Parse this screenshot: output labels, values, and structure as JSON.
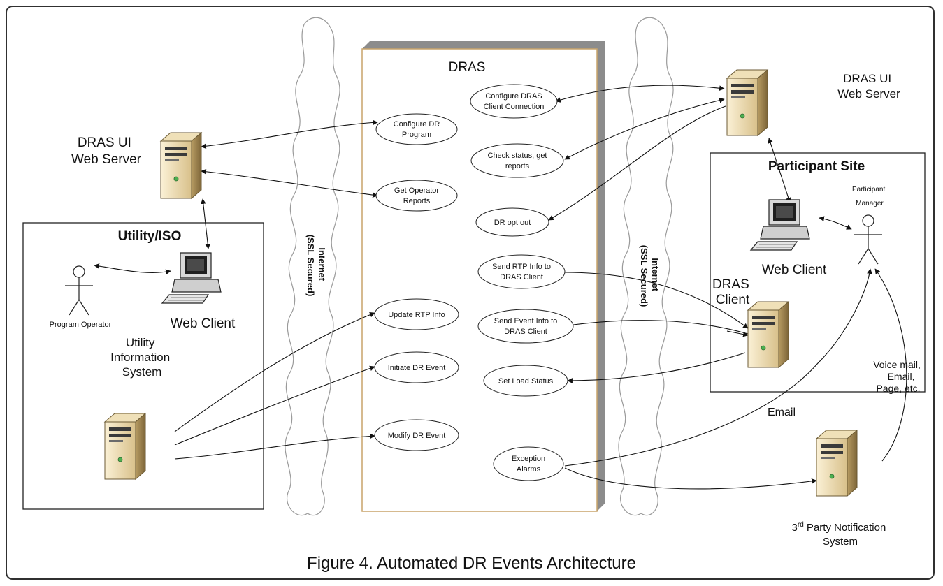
{
  "figure": {
    "caption": "Figure 4.  Automated DR Events Architecture"
  },
  "dras": {
    "title": "DRAS"
  },
  "clouds": {
    "left": {
      "line1": "Internet",
      "line2": "(SSL Secured)"
    },
    "right": {
      "line1": "Internet",
      "line2": "(SSL Secured)"
    }
  },
  "utility": {
    "box_title": "Utility/ISO",
    "web_server": {
      "line1": "DRAS UI",
      "line2": "Web Server"
    },
    "program_operator": "Program Operator",
    "web_client": "Web Client",
    "info_system": {
      "line1": "Utility",
      "line2": "Information",
      "line3": "System"
    }
  },
  "participant": {
    "box_title": "Participant Site",
    "web_server": {
      "line1": "DRAS UI",
      "line2": "Web Server"
    },
    "manager": {
      "line1": "Participant",
      "line2": "Manager"
    },
    "web_client": "Web Client",
    "dras_client": {
      "line1": "DRAS",
      "line2": "Client"
    },
    "notification": {
      "line1": "3",
      "sup": "rd",
      "line1b": " Party Notification",
      "line2": "System"
    },
    "email_label": "Email",
    "voice_label": {
      "line1": "Voice mail,",
      "line2": "Email,",
      "line3": "Page, etc."
    }
  },
  "functions": {
    "configure_dr_program": {
      "line1": "Configure DR",
      "line2": "Program"
    },
    "get_operator_reports": {
      "line1": "Get Operator",
      "line2": "Reports"
    },
    "update_rtp_info": {
      "line1": "Update RTP Info"
    },
    "initiate_dr_event": {
      "line1": "Initiate DR Event"
    },
    "modify_dr_event": {
      "line1": "Modify DR Event"
    },
    "configure_client_conn": {
      "line1": "Configure DRAS",
      "line2": "Client Connection"
    },
    "check_status": {
      "line1": "Check status, get",
      "line2": "reports"
    },
    "dr_opt_out": {
      "line1": "DR opt out"
    },
    "send_rtp_info": {
      "line1": "Send RTP Info to",
      "line2": "DRAS Client"
    },
    "send_event_info": {
      "line1": "Send Event Info to",
      "line2": "DRAS Client"
    },
    "set_load_status": {
      "line1": "Set Load Status"
    },
    "exception_alarms": {
      "line1": "Exception",
      "line2": "Alarms"
    }
  },
  "colors": {
    "dras_fill": "#ffffff",
    "dras_border": "#c9a46a",
    "dras_shadow": "#8c8c8c",
    "server_body": "#e8d6a8",
    "server_dark": "#a38a55",
    "cloud_stroke": "#9a9a9a"
  }
}
